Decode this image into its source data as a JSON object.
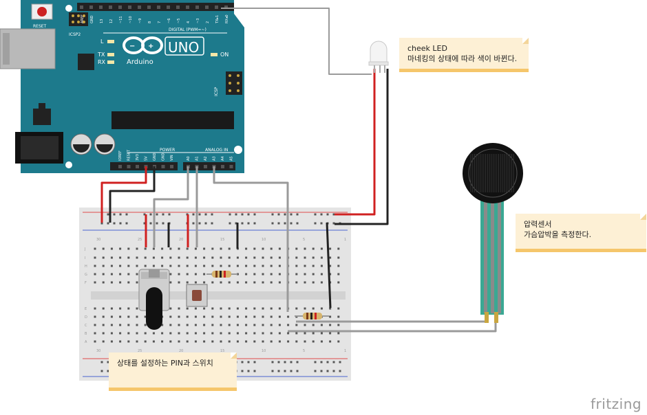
{
  "colors": {
    "arduino_board": "#1d7a8c",
    "breadboard": "#e4e4e4",
    "wire_red": "#d02020",
    "wire_black": "#222222",
    "wire_gray": "#9a9a9a",
    "sensor_strip": "#3aa893",
    "note_bg": "#fdf0d5",
    "note_border": "#f5c66b"
  },
  "arduino": {
    "model": "UNO",
    "brand": "Arduino",
    "reset_label": "RESET",
    "icsp2_label": "ICSP2",
    "icsp_label": "ICSP",
    "digital_label": "DIGITAL (PWM=~)",
    "power_label": "POWER",
    "analog_label": "ANALOG IN",
    "led_labels": [
      "L",
      "TX",
      "RX",
      "ON"
    ],
    "top_pins": [
      "AREF",
      "GND",
      "13",
      "12",
      "~11",
      "~10",
      "~9",
      "8",
      "7",
      "~6",
      "~5",
      "4",
      "~3",
      "2",
      "TX▸1",
      "RX◂0"
    ],
    "power_pins": [
      "IOREF",
      "RESET",
      "3V3",
      "5V",
      "GND",
      "GND",
      "VIN"
    ],
    "analog_pins": [
      "A0",
      "A1",
      "A2",
      "A3",
      "A4",
      "A5"
    ]
  },
  "notes": {
    "cheek_led": {
      "lines": [
        "cheek LED",
        "마네킹의 상태에 따라 색이 바뀐다."
      ]
    },
    "pressure_sensor": {
      "lines": [
        "압력센서",
        "가슴압박을 측정한다."
      ]
    },
    "state_switch": {
      "lines": [
        "상태를 설정하는 PIN과 스위치"
      ]
    }
  },
  "breadboard": {
    "column_numbers": [
      "30",
      "25",
      "20",
      "15",
      "10",
      "5",
      "1"
    ],
    "row_letters_top": [
      "J",
      "I",
      "H",
      "G",
      "F"
    ],
    "row_letters_bottom": [
      "E",
      "D",
      "C",
      "B",
      "A"
    ]
  },
  "watermark": "fritzing"
}
